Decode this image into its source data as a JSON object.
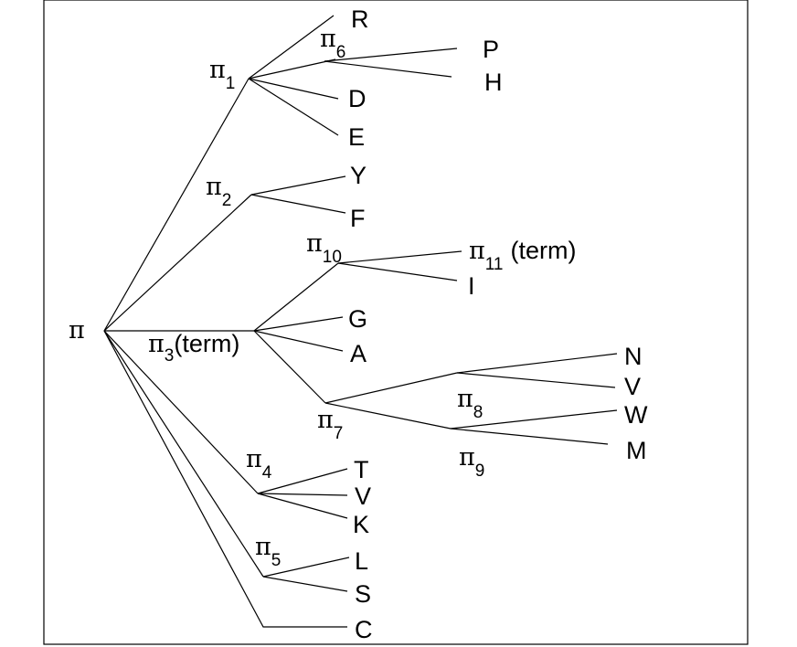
{
  "root": {
    "symbol": "π"
  },
  "nodes": {
    "pi1": {
      "symbol": "π",
      "sub": "1",
      "note": ""
    },
    "pi2": {
      "symbol": "π",
      "sub": "2",
      "note": ""
    },
    "pi3": {
      "symbol": "π",
      "sub": "3",
      "note": "(term)"
    },
    "pi4": {
      "symbol": "π",
      "sub": "4",
      "note": ""
    },
    "pi5": {
      "symbol": "π",
      "sub": "5",
      "note": ""
    },
    "pi6": {
      "symbol": "π",
      "sub": "6",
      "note": ""
    },
    "pi7": {
      "symbol": "π",
      "sub": "7",
      "note": ""
    },
    "pi8": {
      "symbol": "π",
      "sub": "8",
      "note": ""
    },
    "pi9": {
      "symbol": "π",
      "sub": "9",
      "note": ""
    },
    "pi10": {
      "symbol": "π",
      "sub": "10",
      "note": ""
    },
    "pi11": {
      "symbol": "π",
      "sub": "11",
      "note": "(term)"
    }
  },
  "leaves": {
    "R": "R",
    "P": "P",
    "H": "H",
    "D": "D",
    "E": "E",
    "Y": "Y",
    "F": "F",
    "I": "I",
    "G": "G",
    "A": "A",
    "N": "N",
    "V1": "V",
    "W": "W",
    "M": "M",
    "T": "T",
    "V2": "V",
    "K": "K",
    "L": "L",
    "S": "S",
    "C": "C"
  }
}
